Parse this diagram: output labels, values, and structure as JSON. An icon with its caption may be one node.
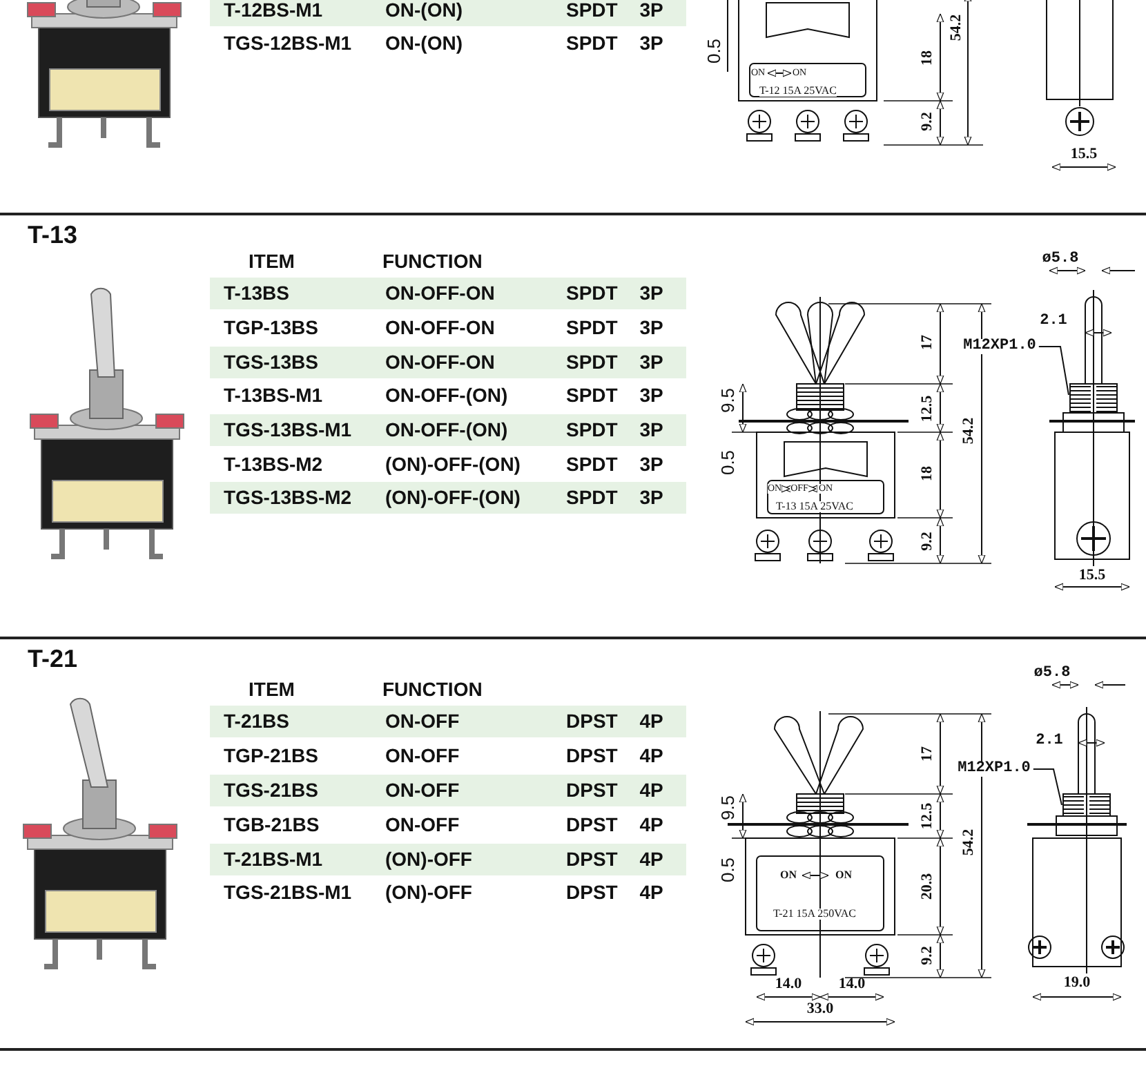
{
  "diagram": {
    "nodes": [
      {
        "text": [
          "M12XP1.0"
        ]
      },
      {
        "text": [
          "M12XP1.0"
        ]
      }
    ],
    "edges": [
      {
        "from": 0,
        "to": null,
        "arrow": "none"
      },
      {
        "from": 1,
        "to": null,
        "arrow": "none"
      }
    ],
    "labels": [
      "T-12BS-M1",
      "ON-(ON)",
      "SPDT 3P",
      "TGS-12BS-M1",
      "ON-(ON)",
      "SPDT 3P",
      "0.5",
      "18",
      "54.2",
      "9.2",
      "ON",
      "ON",
      "T-12 15A 25VAC",
      "15.5",
      "T-13",
      "ITEM",
      "FUNCTION",
      "T-13BS",
      "ON-OFF-ON",
      "SPDT 3P",
      "TGP-13BS",
      "ON-OFF-ON",
      "SPDT 3P",
      "TGS-13BS",
      "ON-OFF-ON",
      "SPDT 3P",
      "T-13BS-M1",
      "ON-OFF-(ON)",
      "SPDT 3P",
      "TGS-13BS-M1",
      "ON-OFF-(ON)",
      "SPDT 3P",
      "T-13BS-M2",
      "(ON)-OFF-(ON)",
      "SPDT 3P",
      "TGS-13BS-M2",
      "(ON)-OFF-(ON)",
      "SPDT 3P",
      "ø5.8",
      "2.1",
      "17",
      "9.5",
      "12.5",
      "54.2",
      "0.5",
      "18",
      "ON",
      "OFF",
      "ON",
      "T-13 15A 25VAC",
      "9.2",
      "15.5",
      "T-21",
      "ITEM",
      "FUNCTION",
      "T-21BS",
      "ON-OFF",
      "DPST 4P",
      "TGP-21BS",
      "ON-OFF",
      "DPST 4P",
      "TGS-21BS",
      "ON-OFF",
      "DPST 4P",
      "TGB-21BS",
      "ON-OFF",
      "DPST 4P",
      "T-21BS-M1",
      "(ON)-OFF",
      "DPST 4P",
      "TGS-21BS-M1",
      "(ON)-OFF",
      "DPST 4P",
      "ø5.8",
      "2.1",
      "17",
      "9.5",
      "12.5",
      "54.2",
      "0.5",
      "ON",
      "ON",
      "20.3",
      "T-21 15A 250VAC",
      "9.2",
      "14.0",
      "14.0",
      "19.0",
      "33.0"
    ]
  }
}
